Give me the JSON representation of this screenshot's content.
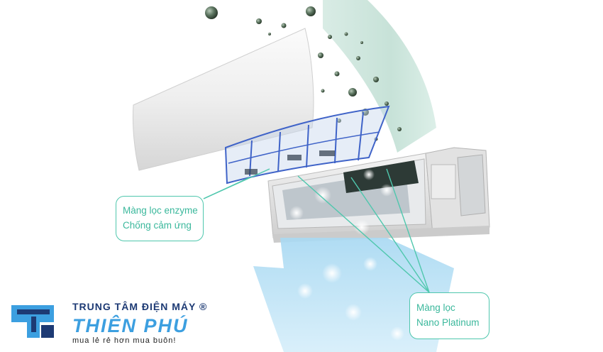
{
  "labels": {
    "enzyme_filter": [
      "Màng lọc enzyme",
      "Chống cảm ứng"
    ],
    "nano_filter": [
      "Màng lọc",
      "Nano Platinum"
    ]
  },
  "brand": {
    "store_line": "TRUNG TÂM ĐIỆN MÁY ®",
    "name": "THIÊN PHÚ",
    "slogan": "mua lẻ rẻ hơn mua buôn!"
  },
  "colors": {
    "callout_accent": "#4fc7ad",
    "airflow_in": "#cfe6dd",
    "airflow_out": "#bfe3f6",
    "particle": "#556b58",
    "filter_blue": "#3f63c8",
    "brand_dark": "#1d3a74",
    "brand_light": "#3c9fe0"
  },
  "icons": [
    "particle-icon",
    "sparkle-icon",
    "logo-mark-icon"
  ]
}
